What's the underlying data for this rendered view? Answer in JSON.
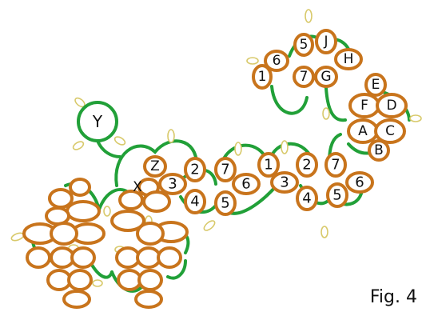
{
  "figure": {
    "caption": "Fig. 4"
  },
  "labels": {
    "center_ring": "Y",
    "left_join_x": "X",
    "left_join_z": "Z",
    "n1": "1",
    "n2": "2",
    "n3": "3",
    "n4": "4",
    "n5": "5",
    "n6": "6",
    "n7": "7",
    "top_j": "J",
    "top_h": "H",
    "top_g": "G",
    "top_e": "E",
    "right_f": "F",
    "right_d": "D",
    "right_a": "A",
    "right_c": "C",
    "right_b": "B"
  },
  "colors": {
    "orange": "#c8741c",
    "green": "#21a038",
    "picot": "#d8c96a",
    "text": "#111111"
  }
}
